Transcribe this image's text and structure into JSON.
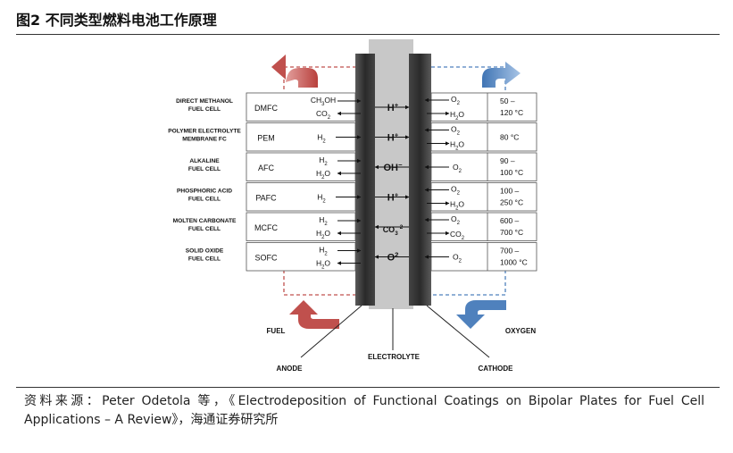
{
  "figure_title": "图2 不同类型燃料电池工作原理",
  "source_note": "资料来源：Peter Odetola 等，《Electrodeposition of Functional Coatings on Bipolar Plates for Fuel Cell Applications – A Review》，海通证券研究所",
  "labels": {
    "fuel": "FUEL",
    "oxygen": "OXYGEN",
    "anode": "ANODE",
    "electrolyte": "ELECTROLYTE",
    "cathode": "CATHODE"
  },
  "colors": {
    "fuel_arrow": "#c0504d",
    "oxygen_arrow": "#4f81bd",
    "anode_plate": "#3a3a3a",
    "electrolyte": "#c8c8c8"
  },
  "fuel_cells": [
    {
      "name_line1": "DIRECT METHANOL",
      "name_line2": "FUEL CELL",
      "abbr": "DMFC",
      "anode_in": "CH3OH",
      "anode_out": "CO2",
      "ion": "H+",
      "cathode_in": "O2",
      "cathode_out": "H2O",
      "temp_line1": "50 –",
      "temp_line2": "120 °C"
    },
    {
      "name_line1": "POLYMER ELECTROLYTE",
      "name_line2": "MEMBRANE FC",
      "abbr": "PEM",
      "anode_in": "H2",
      "anode_out": "",
      "ion": "H+",
      "cathode_in": "O2",
      "cathode_out": "H2O",
      "temp_line1": "80 °C",
      "temp_line2": ""
    },
    {
      "name_line1": "ALKALINE",
      "name_line2": "FUEL CELL",
      "abbr": "AFC",
      "anode_in": "H2",
      "anode_out": "H2O",
      "ion": "OH−",
      "cathode_in": "O2",
      "cathode_out": "",
      "temp_line1": "90 –",
      "temp_line2": "100 °C"
    },
    {
      "name_line1": "PHOSPHORIC ACID",
      "name_line2": "FUEL CELL",
      "abbr": "PAFC",
      "anode_in": "H2",
      "anode_out": "",
      "ion": "H+",
      "cathode_in": "O2",
      "cathode_out": "H2O",
      "temp_line1": "100 –",
      "temp_line2": "250 °C"
    },
    {
      "name_line1": "MOLTEN CARBONATE",
      "name_line2": "FUEL CELL",
      "abbr": "MCFC",
      "anode_in": "H2",
      "anode_out": "H2O",
      "ion": "CO3-2",
      "cathode_in": "O2",
      "cathode_out": "CO2",
      "temp_line1": "600 –",
      "temp_line2": "700 °C"
    },
    {
      "name_line1": "SOLID OXIDE",
      "name_line2": "FUEL CELL",
      "abbr": "SOFC",
      "anode_in": "H2",
      "anode_out": "H2O",
      "ion": "O2",
      "cathode_in": "O2",
      "cathode_out": "",
      "temp_line1": "700 –",
      "temp_line2": "1000 °C"
    }
  ]
}
